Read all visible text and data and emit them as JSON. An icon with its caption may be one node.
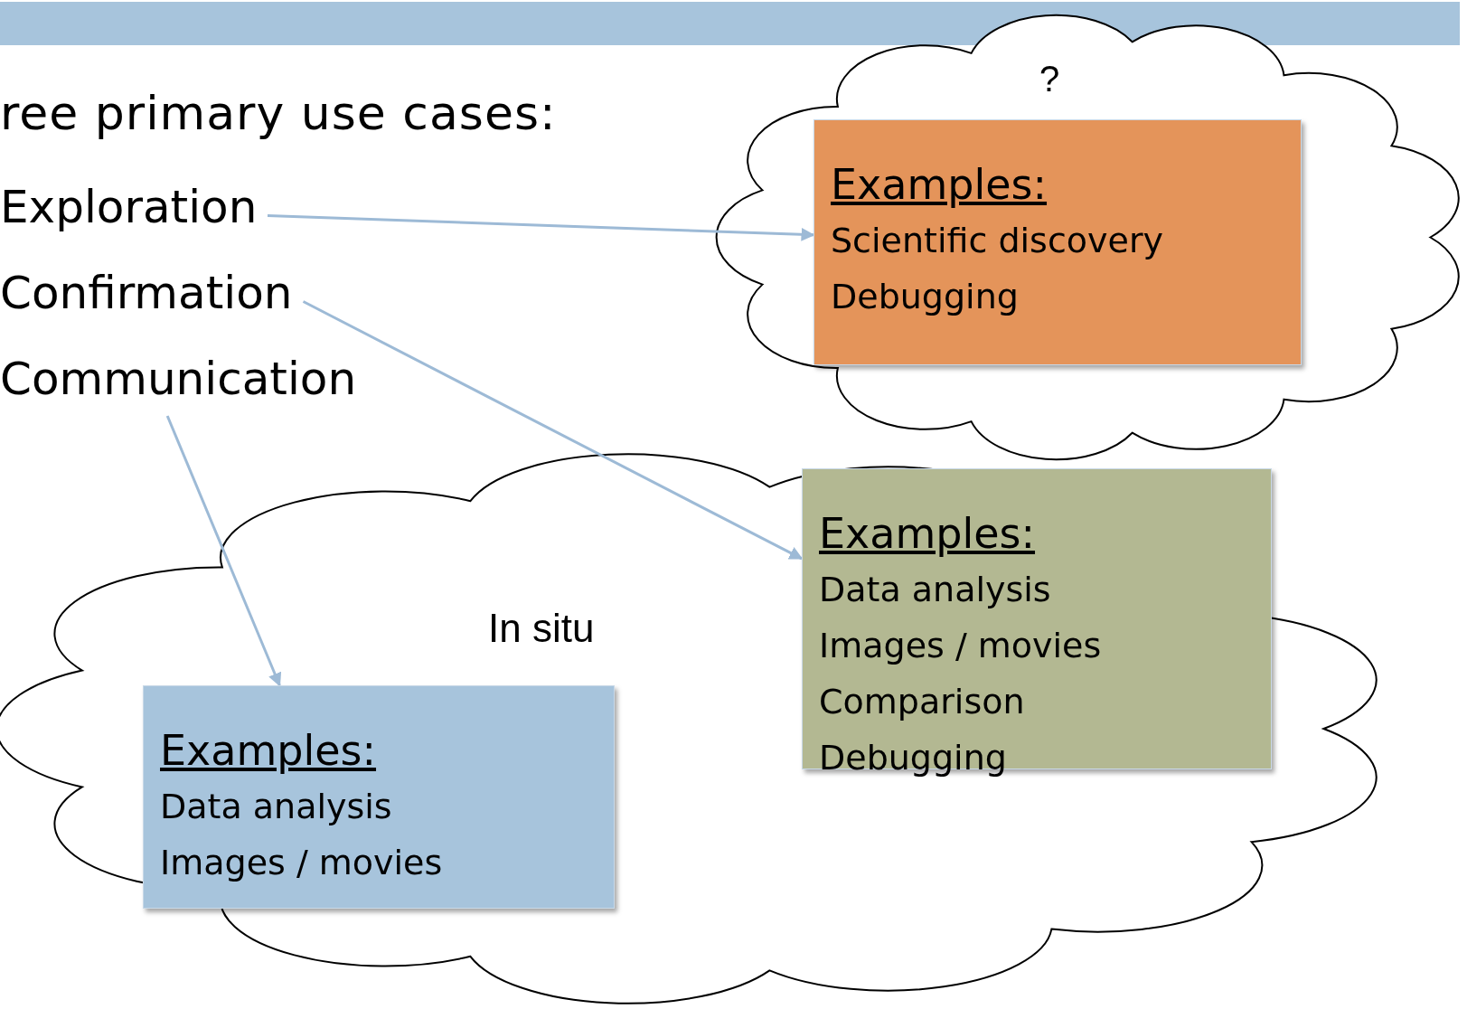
{
  "diagram": {
    "nodes": [
      {
        "text": [
          "Exploration"
        ]
      },
      {
        "text": [
          "Confirmation"
        ]
      },
      {
        "text": [
          "Communication"
        ]
      },
      {
        "text": [
          "?"
        ]
      },
      {
        "text": [
          "Examples:",
          "Scientific discovery",
          "Debugging"
        ],
        "in": 3
      },
      {
        "text": [
          "In situ"
        ]
      },
      {
        "text": [
          "Examples:",
          "Data analysis",
          "Images / movies",
          "Comparison",
          "Debugging"
        ],
        "in": 5
      },
      {
        "text": [
          "Examples:",
          "Data analysis",
          "Images / movies"
        ],
        "in": 5
      }
    ],
    "edges": [
      {
        "from": 0,
        "to": 4,
        "arrow": "to"
      },
      {
        "from": 1,
        "to": 6,
        "arrow": "to"
      },
      {
        "from": 2,
        "to": 7,
        "arrow": "to"
      }
    ],
    "labels": [
      "ree primary use cases:"
    ]
  }
}
